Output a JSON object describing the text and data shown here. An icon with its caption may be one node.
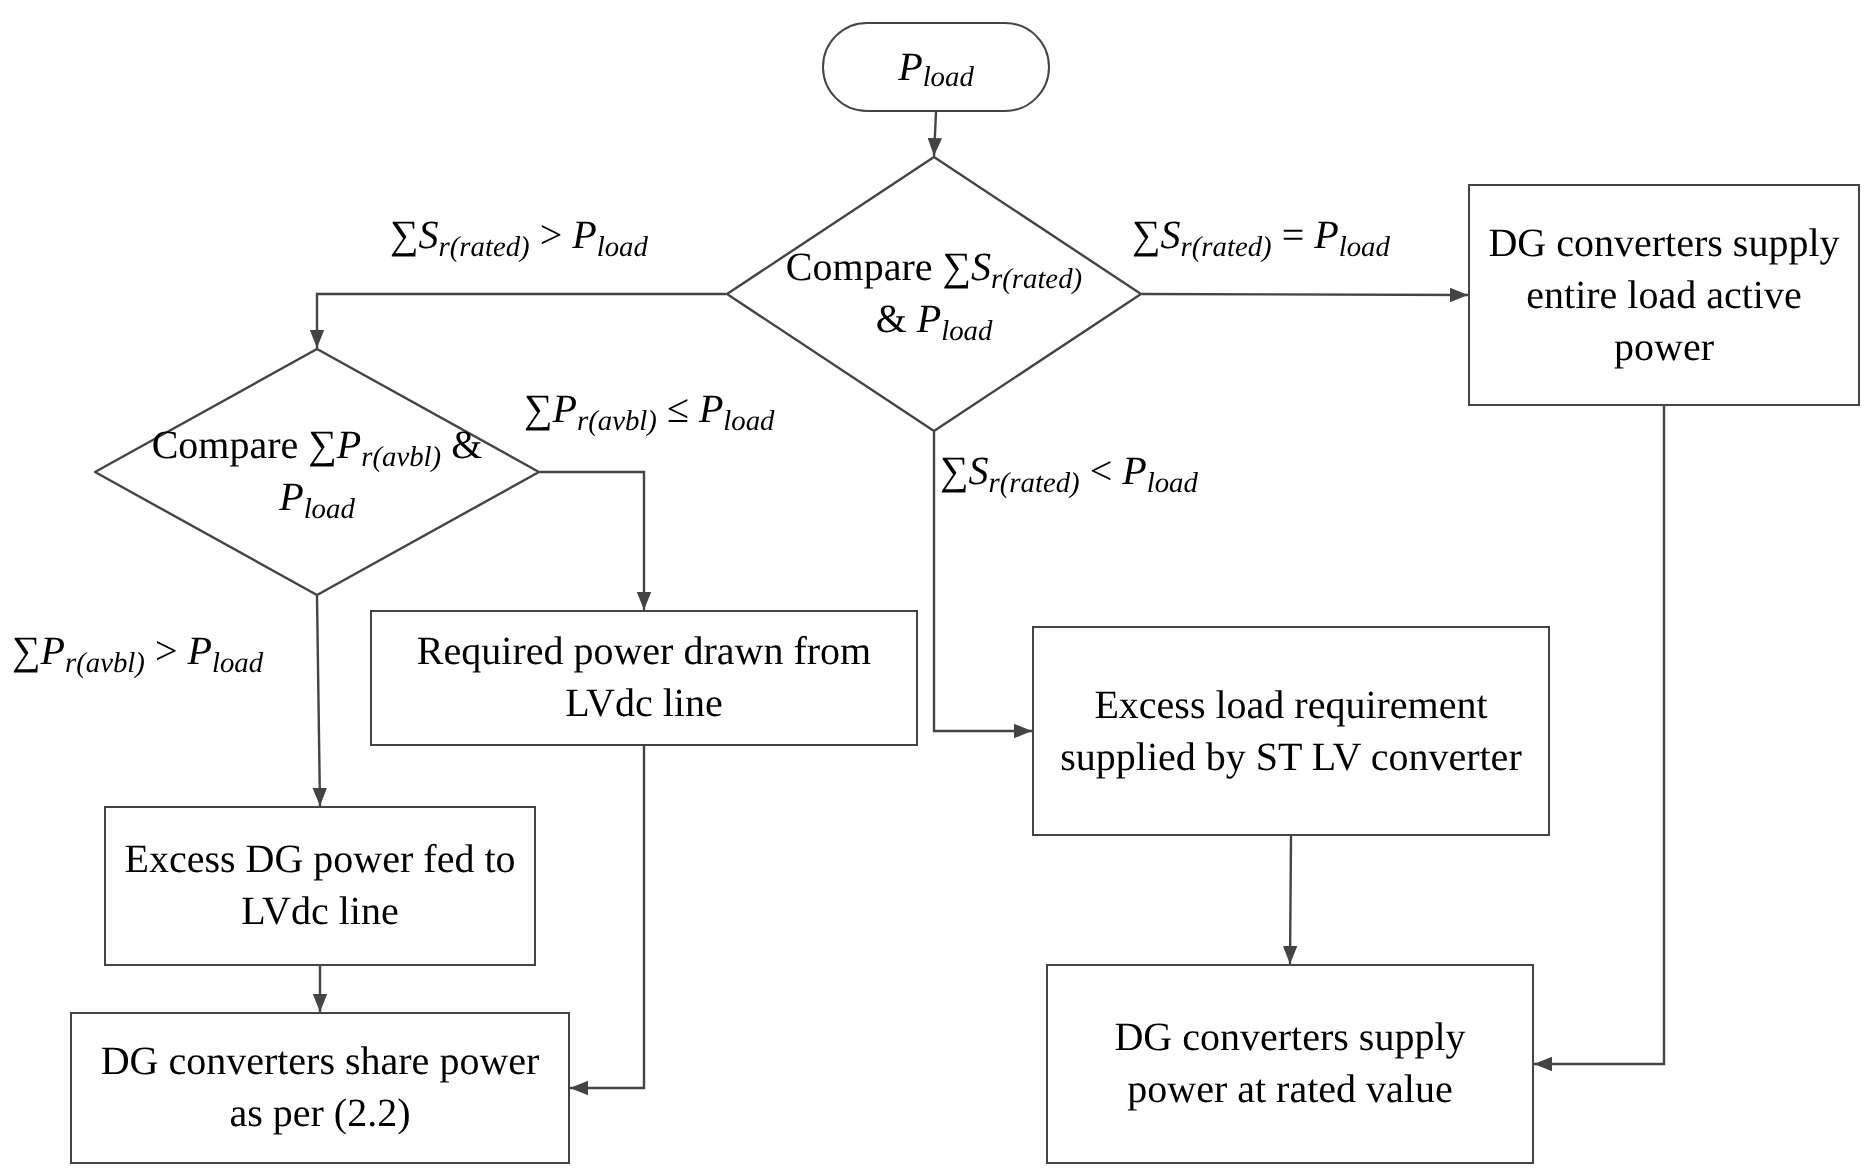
{
  "diagram": {
    "nodes": [
      {
        "text": [
          "*P*$_{load}$"
        ]
      },
      {
        "text": [
          "Compare ∑*S*$_{r(rated)}$ & *P*$_{load}$"
        ]
      },
      {
        "text": [
          "DG converters supply entire load active power"
        ]
      },
      {
        "text": [
          "Compare ∑*P*$_{r(avbl)}$ & *P*$_{load}$"
        ]
      },
      {
        "text": [
          "Required power drawn from LVdc line"
        ]
      },
      {
        "text": [
          "Excess load requirement supplied by ST LV converter"
        ]
      },
      {
        "text": [
          "Excess DG power fed to LVdc line"
        ]
      },
      {
        "text": [
          "DG converters share power as per (2.2)"
        ]
      },
      {
        "text": [
          "DG converters supply power at rated value"
        ]
      }
    ],
    "edges": [
      {
        "from": 0,
        "to": 1,
        "arrow": "to"
      },
      {
        "from": 1,
        "to": 3,
        "arrow": "to",
        "label": "∑*S*$_{r(rated)}$ > *P*$_{load}$"
      },
      {
        "from": 1,
        "to": 2,
        "arrow": "to",
        "label": "∑*S*$_{r(rated)}$ = *P*$_{load}$"
      },
      {
        "from": 1,
        "to": 5,
        "arrow": "to",
        "label": "∑*S*$_{r(rated)}$ < *P*$_{load}$"
      },
      {
        "from": 3,
        "to": 4,
        "arrow": "to",
        "label": "∑*P*$_{r(avbl)}$ ≤ *P*$_{load}$"
      },
      {
        "from": 3,
        "to": 6,
        "arrow": "to",
        "label": "∑*P*$_{r(avbl)}$ > *P*$_{load}$"
      },
      {
        "from": 6,
        "to": 7,
        "arrow": "to"
      },
      {
        "from": 4,
        "to": 7,
        "arrow": "to"
      },
      {
        "from": 5,
        "to": 8,
        "arrow": "to"
      },
      {
        "from": 2,
        "to": 8,
        "arrow": "to"
      }
    ]
  }
}
